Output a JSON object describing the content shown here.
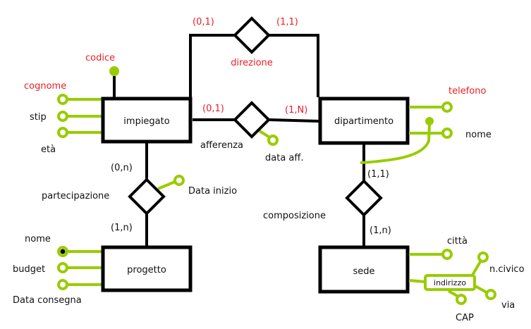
{
  "diagram": {
    "type": "ER diagram",
    "colors": {
      "attribute_green": "#99cc00",
      "highlight_red": "#ee1c24",
      "line_black": "#000000"
    },
    "entities": {
      "impiegato": {
        "label": "impiegato"
      },
      "dipartimento": {
        "label": "dipartimento"
      },
      "progetto": {
        "label": "progetto"
      },
      "sede": {
        "label": "sede"
      }
    },
    "relationships": {
      "direzione": {
        "label": "direzione",
        "card_left": "(0,1)",
        "card_right": "(1,1)"
      },
      "afferenza": {
        "label": "afferenza",
        "card_left": "(0,1)",
        "card_right": "(1,N)",
        "attribute": "data aff."
      },
      "partecipazione": {
        "label": "partecipazione",
        "card_top": "(0,n)",
        "card_bottom": "(1,n)",
        "attribute": "Data inizio"
      },
      "composizione": {
        "label": "composizione",
        "card_top": "(1,1)",
        "card_bottom": "(1,n)"
      }
    },
    "attributes": {
      "impiegato": {
        "codice": "codice",
        "cognome": "cognome",
        "stip": "stip",
        "eta": "età"
      },
      "dipartimento": {
        "telefono": "telefono",
        "nome": "nome"
      },
      "progetto": {
        "nome": "nome",
        "budget": "budget",
        "data_consegna": "Data consegna"
      },
      "sede": {
        "citta": "città",
        "indirizzo": "indirizzo",
        "n_civico": "n.civico",
        "via": "via",
        "cap": "CAP"
      }
    }
  }
}
